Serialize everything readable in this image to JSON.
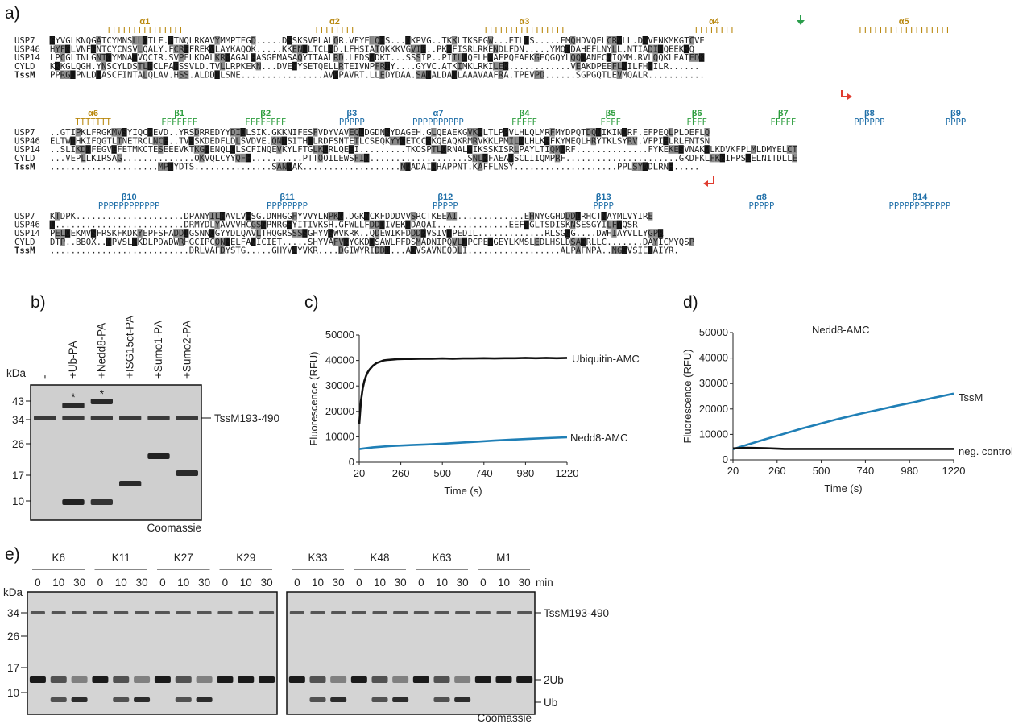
{
  "figure": {
    "panel_a": {
      "label": "a)",
      "blocks": [
        {
          "ss_labels": [
            "α1",
            "α2",
            "α3",
            "α4",
            "α5"
          ],
          "ss_label_colors": [
            "#b8860b",
            "#b8860b",
            "#b8860b",
            "#b8860b",
            "#b8860b"
          ],
          "ss_strings": [
            "TTTTTTTTTTTTTTT",
            "TTTTTTTT",
            "TTTTTTTTTTTTTTTT",
            "TTTTTTTT",
            "TTTTTTTTTTTTTTTTTT"
          ],
          "rows": [
            {
              "name": "USP7",
              "seq": "GYVGLKNQGATCYMNSLLQTLF.FTNQLRKAVYMMPTEGD.....DSSKSVPLALQR.VFYELQHS...DKPVG..TKKLTKSFGW...ETLDS.....FMQHDVQELCRVLL.DNVENKMKGTCVE"
            },
            {
              "name": "USP46",
              "seq": "HYFGLVNFGNTCYCNSVLQALY.FCRPFREKVLAYKAQOK.....KKENLLTCLAD.LFHSIATQKKKVGVIP..PKKFISRLRKENDLFDN.....YMQQDAHEFLNYLL.NTIADILQEEKKQ"
            },
            {
              "name": "USP14",
              "seq": "LPCGLTNLGNTCYMNATVQCIR.SVPELKDALKRYAGALRASGEMASAQYITAALRD.LFDSVDKT...SSSIP..PIILLQFLHMAFPQFAEKGEQGQYLQQDANECWIQMM.RVLQQKLEAIEDK"
            },
            {
              "name": "CYLD",
              "seq": "KKKGLQGH.YNSCYLDSTLFCLFAFSSVLD.TVLLRPKEKN...DVEYYSETQELLRTEIVNPFRIY....GYVC.ATKIMKLRKILEK............VEAKDPEEFLNILFHHILR......"
            },
            {
              "name": "TssM",
              "seq": "PPRGLPNLDGASCFINTALQLAV.HSS.ALDDILSNE................AVPPAVRT.LLEDYDAA.SADALDAQLAAAVAAFRA.TPEVPD......SGPGQTLEVMQALR..........."
            }
          ]
        },
        {
          "ss_labels": [
            "α6",
            "β1",
            "β2",
            "β3",
            "α7",
            "β4",
            "β5",
            "β6",
            "β7",
            "β8",
            "β9"
          ],
          "ss_label_colors": [
            "#b8860b",
            "#2e9e3f",
            "#2e9e3f",
            "#1f6fa8",
            "#1f6fa8",
            "#2e9e3f",
            "#2e9e3f",
            "#2e9e3f",
            "#2e9e3f",
            "#1f6fa8",
            "#1f6fa8"
          ],
          "ss_strings": [
            "TTTTTTT",
            "FFFFFFF",
            "FFFFFFFF",
            "PPPPP",
            "PPPPPPPPPP",
            "FFFFF",
            "FFFF",
            "FFFF",
            "FFFFF",
            "PPPPPP",
            "PPPP"
          ],
          "rows": [
            {
              "name": "USP7",
              "seq": "..GTIPKLFRGKMVSYIQCKEVD..YRSDRREDYYDIQLSIK.GKKNIFESFVDYVAVEQLDGDNKYDAGEH.GLQEAEKGVKFLTLPPVLHLQLMRFMYDPQTDQNIKINDRF.EFPEQLPLDEFLQ"
            },
            {
              "name": "USP46",
              "seq": "ELTWIHKIFQGTLTNETRCLNCE..TVSSKDEDFLDLSVDVE.QNTSITHCLRDFSNTETLCSEQKYYCETCCSKQEAQKRMRVKKLPMILALHLKRFKYMEQLHRYTKLSYRV.VFPIELRLFNTSN"
            },
            {
              "name": "USP14",
              "seq": "..SLIKDQFEGVEFETMKCTESEEEVKTKGKENQLQLSCFINQEVKYLFTGLKLRLQEEI.........TKOSPTLQRNALYIKSSKISRLPAYLTIQMVRF..............FYKEKESVNAKVLKDVKFPLMLDMYELCT"
            },
            {
              "name": "CYLD",
              "seq": "...VEPLLKIRSAG..............OKVQLCYYQFF..........PTTOOILEWSFIN...................SNLKFAEAPSCLIIQMPRF......................GKDFKLFKKIFPSLELNITDLLE"
            },
            {
              "name": "TssM",
              "seq": ".....................MPLYDTS...............SANNAK...................NNADAIRHAPPNT.KAFFLNSY....................PPLSYADLRNH....."
            }
          ]
        },
        {
          "ss_labels": [
            "β10",
            "β11",
            "β12",
            "β13",
            "α8",
            "β14"
          ],
          "ss_label_colors": [
            "#1f6fa8",
            "#1f6fa8",
            "#1f6fa8",
            "#1f6fa8",
            "#1f6fa8",
            "#1f6fa8"
          ],
          "ss_strings": [
            "PPPPPPPPPPPP",
            "PPPPPPPP",
            "PPPPP",
            "PPPP",
            "PPPPP",
            "PPPPPPPPPPPP"
          ],
          "rows": [
            {
              "name": "USP7",
              "seq": "KTDPK.....................DPANYILHAVLVHSG.DNHGGHYVVYLNPKG.DGKWCKFDDDVVSRCTKEEAI.............EHNYGGHDDDLRHCTNAYMLVYIRE"
            },
            {
              "name": "USP46",
              "seq": "L.........................DRMYDLYAVVVHCGSGPNRGHYITIVKSH.GFWLLFDDDIVEKIDAQAI..............EEFYGLTSDISKNSESGYILFYQSR"
            },
            {
              "name": "USP14",
              "seq": "PELOEKMVSFRSKFKDKYEPFSFADDIGSNNCGYYDLQAVLTHQGRSSSSGHYVSWVKRK..QDEWIKFDDDKVSIVTPEDIL.............RLSGGG....DWHIAYVLLYGPR"
            },
            {
              "name": "CYLD",
              "seq": "DTP..BBOX..NPVSLPKDLPDWDWRHGCIPCONMELFAVICIET.....SHYVAFVKYGKDDSAWLFFDSMADNIPQVLIPCPEVGEYLKMSLEDLHSLDSARRLLC.......DAYICMYQSP"
            },
            {
              "name": "TssM",
              "seq": "...........................DRLVAFDYSTG.....GHYVAYVKR....DGIWYRIDDD...AQVSAVNEQDLI..................ALPAFNPA..NGSVSIEIAIYR."
            }
          ]
        }
      ]
    },
    "panel_b": {
      "label": "b)",
      "lanes": [
        "-",
        "+Ub-PA",
        "+Nedd8-PA",
        "+ISG15ct-PA",
        "+Sumo1-PA",
        "+Sumo2-PA"
      ],
      "kda_title": "kDa",
      "markers": [
        "43",
        "34",
        "26",
        "17",
        "10"
      ],
      "band_label": "TssM193-490",
      "stain": "Coomassie",
      "asterisk": "*"
    },
    "panel_e": {
      "label": "e)",
      "groups": [
        "K6",
        "K11",
        "K27",
        "K29",
        "K33",
        "K48",
        "K63",
        "M1"
      ],
      "timepoints": [
        "0",
        "10",
        "30"
      ],
      "time_unit": "min",
      "kda_title": "kDa",
      "markers": [
        "34",
        "26",
        "17",
        "10"
      ],
      "labels": [
        "TssM193-490",
        "2Ub",
        "Ub"
      ],
      "stain": "Coomassie"
    },
    "colors": {
      "blue": "#1f7fb6",
      "black": "#111111",
      "red": "#e03b2f",
      "green": "#2a9d4b",
      "gold": "#c08a10"
    }
  },
  "chart_data": [
    {
      "type": "line",
      "panel_label": "c)",
      "title": "",
      "xlabel": "Time (s)",
      "ylabel": "Fluorescence (RFU)",
      "xlim": [
        20,
        1220
      ],
      "ylim": [
        0,
        50000
      ],
      "xticks": [
        20,
        260,
        500,
        740,
        980,
        1220
      ],
      "yticks": [
        0,
        10000,
        20000,
        30000,
        40000,
        50000
      ],
      "series": [
        {
          "name": "Ubiquitin-AMC",
          "color": "#111111",
          "x": [
            20,
            30,
            40,
            50,
            60,
            70,
            80,
            100,
            120,
            140,
            160,
            180,
            200,
            240,
            280,
            320,
            380,
            440,
            500,
            560,
            620,
            680,
            740,
            800,
            860,
            920,
            980,
            1040,
            1100,
            1160,
            1220
          ],
          "y": [
            15000,
            24000,
            29000,
            32000,
            34000,
            35500,
            36500,
            38000,
            39000,
            39500,
            40000,
            40200,
            40300,
            40500,
            40600,
            40600,
            40700,
            40700,
            40800,
            40700,
            40800,
            40800,
            40900,
            40800,
            40900,
            40900,
            41000,
            40900,
            41000,
            40900,
            41000
          ]
        },
        {
          "name": "Nedd8-AMC",
          "color": "#1f7fb6",
          "x": [
            20,
            100,
            200,
            300,
            400,
            500,
            600,
            700,
            800,
            900,
            1000,
            1100,
            1220
          ],
          "y": [
            5200,
            5900,
            6400,
            6700,
            7000,
            7300,
            7700,
            8100,
            8500,
            8900,
            9200,
            9500,
            9800
          ]
        }
      ]
    },
    {
      "type": "line",
      "panel_label": "d)",
      "title": "Nedd8-AMC",
      "xlabel": "Time (s)",
      "ylabel": "Fluorescence (RFU)",
      "xlim": [
        20,
        1220
      ],
      "ylim": [
        0,
        50000
      ],
      "xticks": [
        20,
        260,
        500,
        740,
        980,
        1220
      ],
      "yticks": [
        0,
        10000,
        20000,
        30000,
        40000,
        50000
      ],
      "series": [
        {
          "name": "TssM",
          "color": "#1f7fb6",
          "x": [
            20,
            100,
            200,
            300,
            400,
            500,
            600,
            700,
            800,
            900,
            1000,
            1100,
            1220
          ],
          "y": [
            4200,
            6000,
            8200,
            10300,
            12400,
            14300,
            16200,
            17900,
            19500,
            21100,
            22600,
            24200,
            26000
          ]
        },
        {
          "name": "neg. control",
          "color": "#111111",
          "x": [
            20,
            100,
            200,
            260,
            300,
            400,
            500,
            600,
            700,
            800,
            900,
            1000,
            1100,
            1220
          ],
          "y": [
            4500,
            4700,
            4600,
            4400,
            4300,
            4300,
            4300,
            4300,
            4300,
            4300,
            4300,
            4300,
            4300,
            4300
          ]
        }
      ]
    }
  ]
}
